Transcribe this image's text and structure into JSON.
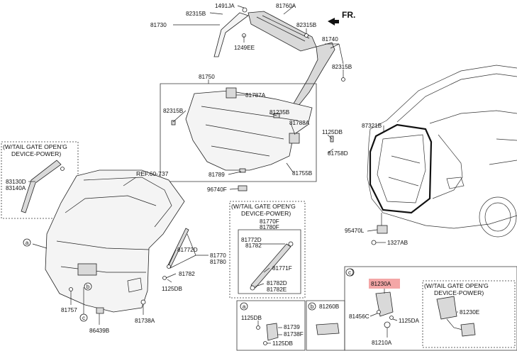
{
  "direction": {
    "label": "FR."
  },
  "ref": {
    "label": "REF.60-737"
  },
  "option_notes": {
    "left": [
      "(W/TAIL GATE OPEN'G",
      "DEVICE-POWER)"
    ],
    "middle": [
      "(W/TAIL GATE OPEN'G",
      "DEVICE-POWER)"
    ],
    "right": [
      "(W/TAIL GATE OPEN'G",
      "DEVICE-POWER)"
    ]
  },
  "section_markers": {
    "a": "a",
    "b": "b",
    "c": "c"
  },
  "highlight_color": "#f4a6a6",
  "labels": {
    "p1491JA": "1491JA",
    "p81760A": "81760A",
    "p82315B_a": "82315B",
    "p82315B_b": "82315B",
    "p81730": "81730",
    "p1249EE": "1249EE",
    "p81740": "81740",
    "p82315B_c": "82315B",
    "p81750": "81750",
    "p81787A": "81787A",
    "p82315B_d": "82315B",
    "p81235B": "81235B",
    "p81788A": "81788A",
    "p1125DB_a": "1125DB",
    "p81758D": "81758D",
    "p81755B": "81755B",
    "p81789": "81789",
    "p96740F": "96740F",
    "p87321B": "87321B",
    "p83130D": "83130D",
    "p83140A": "83140A",
    "p81770F": "81770F",
    "p81780F": "81780F",
    "p81772D_a": "81772D",
    "p81782_a": "81782",
    "p81771F": "81771F",
    "p81782D": "81782D",
    "p81782E": "81782E",
    "p95470L": "95470L",
    "p1327AB": "1327AB",
    "p81770": "81770",
    "p81780": "81780",
    "p81772D_b": "81772D",
    "p81782_b": "81782",
    "p1125DB_b": "1125DB",
    "p81757": "81757",
    "p86439B": "86439B",
    "p81738A_a": "81738A",
    "p1125DB_c": "1125DB",
    "p81739": "81739",
    "p81738F": "81738F",
    "p1125DB_d": "1125DB",
    "p81260B": "81260B",
    "p81230A": "81230A",
    "p81456C": "81456C",
    "p1125DA": "1125DA",
    "p81210A": "81210A",
    "p81230E": "81230E"
  }
}
